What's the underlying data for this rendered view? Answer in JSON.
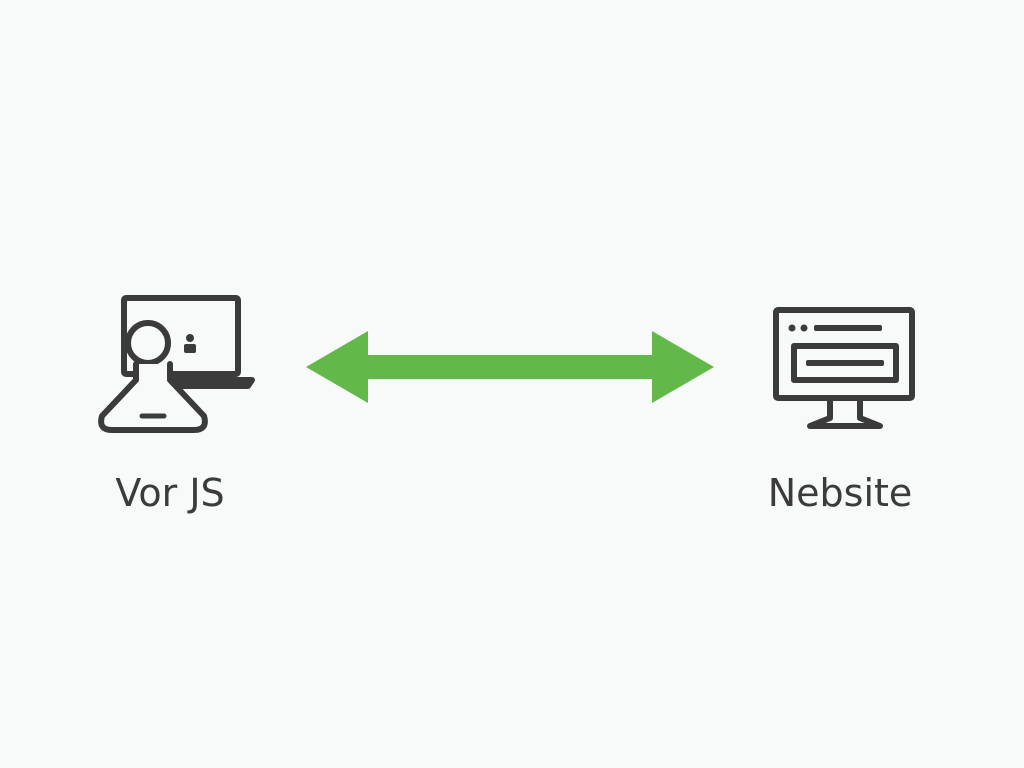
{
  "diagram": {
    "left_node": {
      "label": "Vor JS",
      "icon": "user-laptop-icon"
    },
    "right_node": {
      "label": "Nebsite",
      "icon": "website-monitor-icon"
    },
    "connector": {
      "type": "bidirectional-arrow",
      "color": "#62b94a"
    },
    "colors": {
      "background": "#f8fafa",
      "stroke": "#3b3b3b",
      "text": "#3b3b3b"
    }
  }
}
